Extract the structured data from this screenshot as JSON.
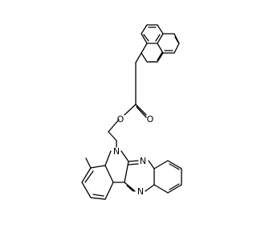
{
  "molecule": {
    "atom_labels": {
      "ester_oxygen": "O",
      "carbonyl_oxygen": "O",
      "indole_nitrogen": "N",
      "quinoxaline_nitrogen_upper": "N",
      "quinoxaline_nitrogen_lower": "N"
    },
    "colors": {
      "bond": "#000000",
      "background": "#ffffff"
    }
  }
}
